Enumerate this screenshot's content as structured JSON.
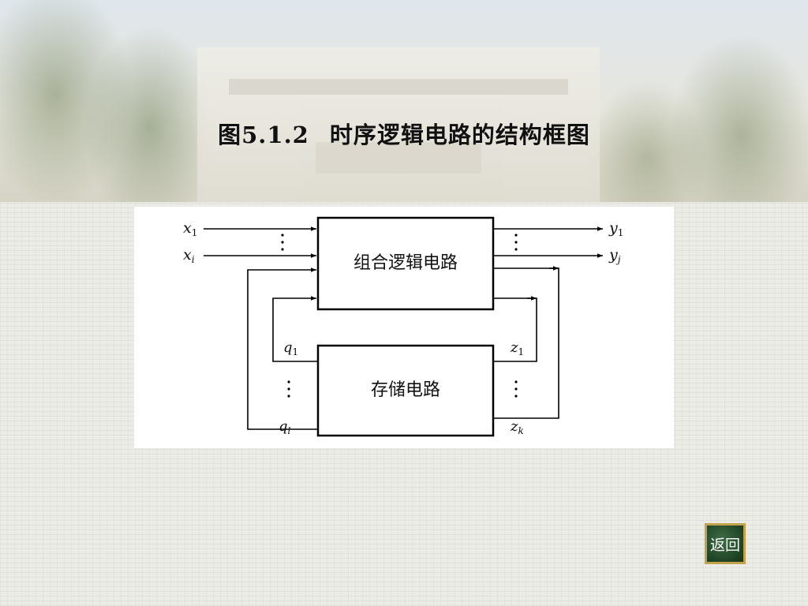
{
  "title": {
    "figure_number": "图5.1.2",
    "caption": "时序逻辑电路的结构框图"
  },
  "diagram": {
    "blocks": {
      "combinational": "组合逻辑电路",
      "storage": "存储电路"
    },
    "inputs": {
      "first": "x",
      "first_sub": "1",
      "last": "x",
      "last_sub": "i"
    },
    "outputs": {
      "first": "y",
      "first_sub": "1",
      "last": "y",
      "last_sub": "j"
    },
    "state": {
      "first": "q",
      "first_sub": "1",
      "last": "q",
      "last_sub": "l"
    },
    "excitation": {
      "first": "z",
      "first_sub": "1",
      "last": "z",
      "last_sub": "k"
    }
  },
  "nav": {
    "back_label": "返回"
  },
  "colors": {
    "button_bg": "#1f4426",
    "button_border": "#c2a24c"
  }
}
